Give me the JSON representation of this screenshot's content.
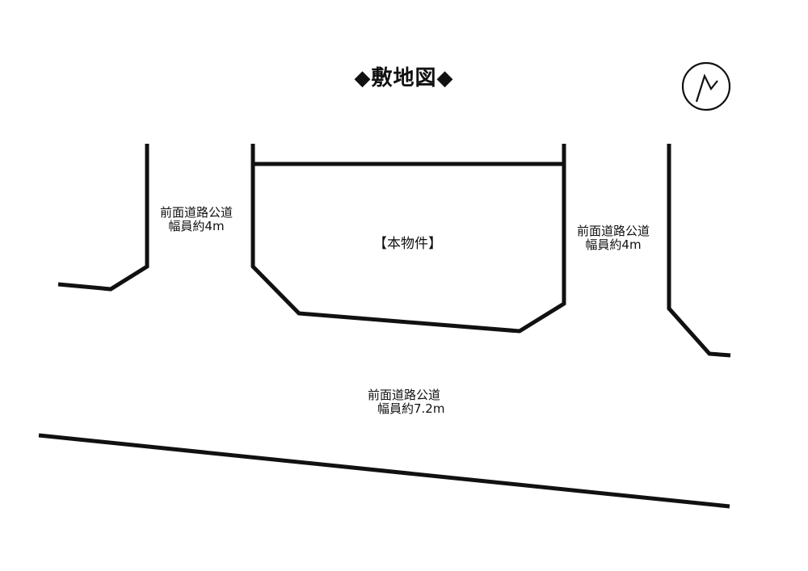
{
  "title": "◆敷地図◆",
  "subject_label": "【本物件】",
  "roads": {
    "left": {
      "line1": "前面道路公道",
      "line2": "幅員約4m"
    },
    "right": {
      "line1": "前面道路公道",
      "line2": "幅員約4m"
    },
    "front": {
      "line1": "前面道路公道",
      "line2": "幅員約7.2m"
    }
  },
  "compass_icon": "north-arrow-icon",
  "line_color": "#111111"
}
